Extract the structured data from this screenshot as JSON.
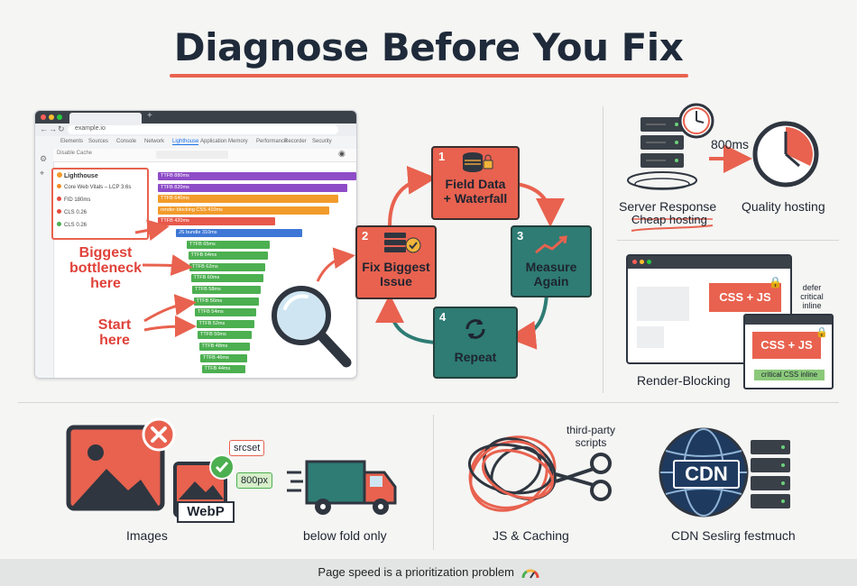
{
  "title": "Diagnose Before You Fix",
  "browser": {
    "url": "example.io",
    "devtools_tabs": [
      "Elements",
      "Sources",
      "Console",
      "Network",
      "Lighthouse",
      "Application",
      "Memory",
      "Performance",
      "Recorder",
      "Security"
    ],
    "filter_label": "Disable Cache",
    "lighthouse_panel": {
      "title": "Lighthouse",
      "metrics": [
        {
          "label": "Core Web Vitals – LCP 3.6s",
          "color": "#f08a24"
        },
        {
          "label": "FID 180ms",
          "color": "#e34b3c"
        },
        {
          "label": "CLS 0.26",
          "color": "#e34b3c"
        },
        {
          "label": "CLS 0.26",
          "color": "#4caf50"
        }
      ]
    },
    "waterfall_rows": [
      {
        "label": "TTFB 880ms",
        "color": "#8e4cc7"
      },
      {
        "label": "TTFB 820ms",
        "color": "#8e4cc7"
      },
      {
        "label": "TTFB 640ms",
        "color": "#f29b2b"
      },
      {
        "label": "render-blocking CSS 410ms",
        "color": "#f29b2b"
      },
      {
        "label": "TTFB 420ms",
        "color": "#e7584a"
      },
      {
        "label": "JS bundle 310ms",
        "color": "#3e77d6"
      },
      {
        "label": "TTFB 65ms",
        "color": "#4caf50"
      },
      {
        "label": "TTFB 64ms",
        "color": "#4caf50"
      },
      {
        "label": "TTFB 62ms",
        "color": "#4caf50"
      },
      {
        "label": "TTFB 60ms",
        "color": "#4caf50"
      },
      {
        "label": "TTFB 58ms",
        "color": "#4caf50"
      },
      {
        "label": "TTFB 56ms",
        "color": "#4caf50"
      },
      {
        "label": "TTFB 54ms",
        "color": "#4caf50"
      },
      {
        "label": "TTFB 52ms",
        "color": "#4caf50"
      },
      {
        "label": "TTFB 50ms",
        "color": "#4caf50"
      },
      {
        "label": "TTFB 48ms",
        "color": "#4caf50"
      },
      {
        "label": "TTFB 46ms",
        "color": "#4caf50"
      },
      {
        "label": "TTFB 44ms",
        "color": "#4caf50"
      }
    ]
  },
  "annotations": {
    "biggest_bottleneck": [
      "Biggest",
      "bottleneck",
      "here"
    ],
    "start_here": [
      "Start",
      "here"
    ]
  },
  "cycle": {
    "steps": [
      {
        "num": "1",
        "label_lines": [
          "Field Data",
          "+ Waterfall"
        ],
        "color": "#e8624f"
      },
      {
        "num": "2",
        "label_lines": [
          "Fix Biggest",
          "Issue"
        ],
        "color": "#e8624f"
      },
      {
        "num": "3",
        "label_lines": [
          "Measure",
          "Again"
        ],
        "color": "#2e7c74"
      },
      {
        "num": "4",
        "label_lines": [
          "Repeat"
        ],
        "color": "#2e7c74"
      }
    ]
  },
  "server": {
    "metric": "800ms",
    "label_server": "Server Response",
    "label_cheap": "Cheap hosting",
    "label_quality": "Quality hosting"
  },
  "render_blocking": {
    "css_js": "CSS + JS",
    "defer_lines": [
      "defer",
      "critical",
      "inline"
    ],
    "critical_inline": "critical CSS inline",
    "label": "Render-Blocking"
  },
  "images": {
    "webp": "WebP",
    "srcset": "srcset",
    "size": "800px",
    "label_images": "Images",
    "label_below": "below fold only"
  },
  "js_caching": {
    "third_party": [
      "third-party",
      "scripts"
    ],
    "label": "JS & Caching"
  },
  "cdn": {
    "badge": "CDN",
    "label": "CDN Seslirg festmuch"
  },
  "footer": "Page speed is a prioritization problem",
  "colors": {
    "accent_red": "#e8624f",
    "teal": "#2e7c74",
    "navy": "#1f2a3a"
  }
}
